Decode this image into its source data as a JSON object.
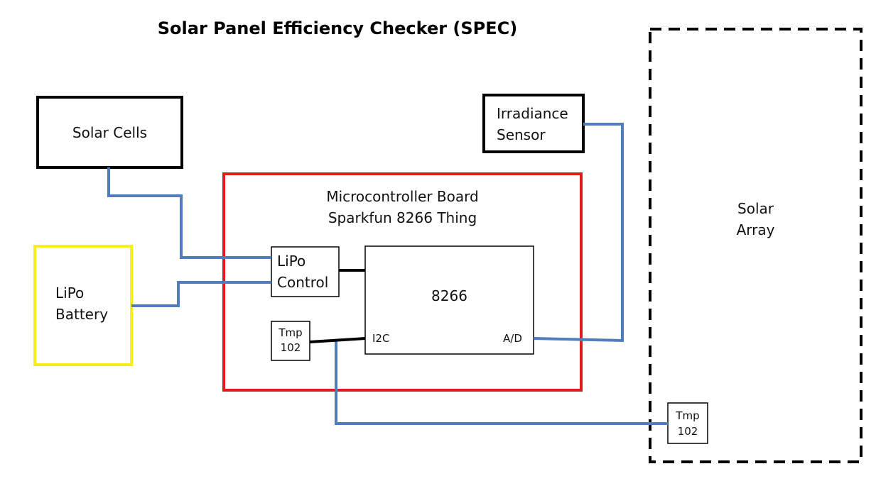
{
  "title": "Solar Panel Efficiency Checker (SPEC)",
  "nodes": {
    "solar_cells": {
      "label": "Solar Cells"
    },
    "irradiance_sensor": {
      "line1": "Irradiance",
      "line2": "Sensor"
    },
    "lipo_battery": {
      "line1": "LiPo",
      "line2": "Battery"
    },
    "microcontroller_board": {
      "line1": "Microcontroller Board",
      "line2": "Sparkfun 8266 Thing"
    },
    "lipo_control": {
      "line1": "LiPo",
      "line2": "Control"
    },
    "chip_8266": {
      "label": "8266",
      "port_i2c": "I2C",
      "port_ad": "A/D"
    },
    "tmp102_board": {
      "line1": "Tmp",
      "line2": "102"
    },
    "tmp102_array": {
      "line1": "Tmp",
      "line2": "102"
    },
    "solar_array": {
      "line1": "Solar",
      "line2": "Array"
    }
  },
  "colors": {
    "box_border": "#000000",
    "microcontroller_border": "#e01b1b",
    "battery_border": "#f5f01a",
    "wire_blue": "#4f7dbd",
    "wire_black": "#000000",
    "solar_array_dash": "#000000"
  }
}
